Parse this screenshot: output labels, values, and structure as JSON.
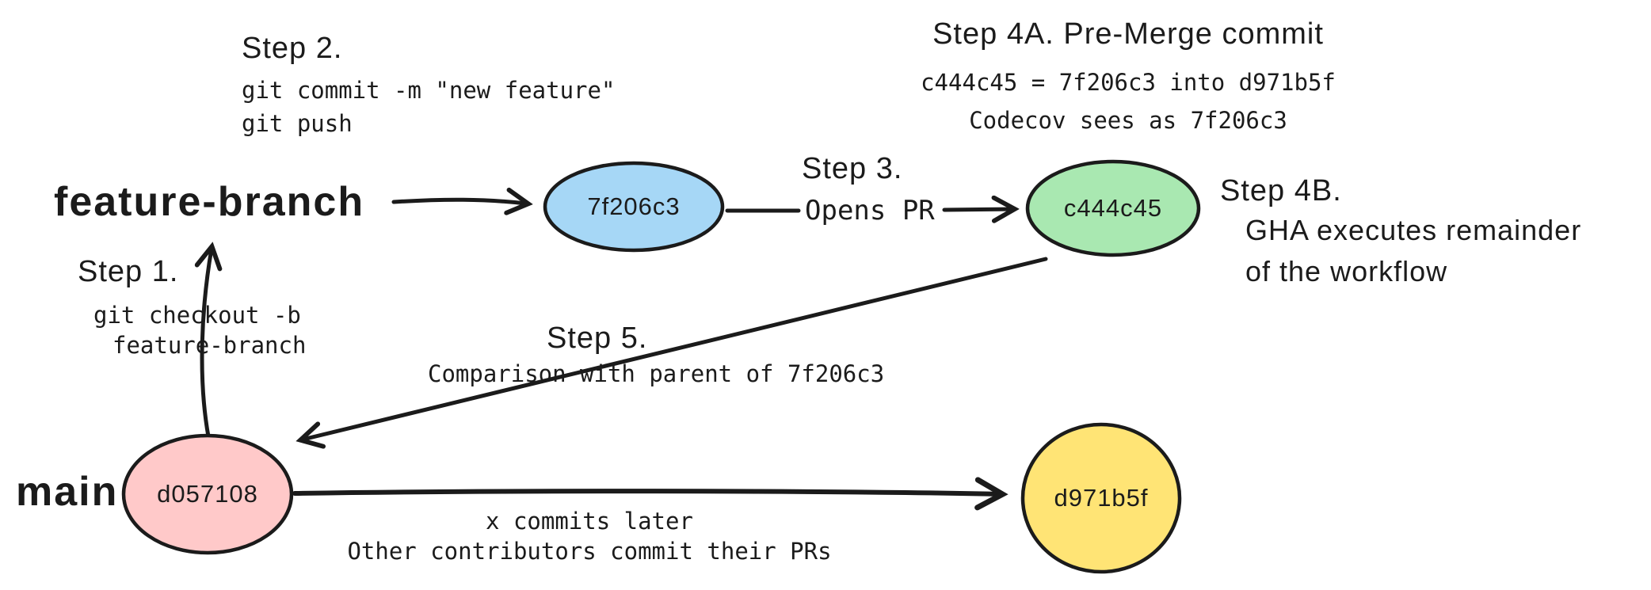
{
  "diagram": {
    "branches": {
      "feature": "feature-branch",
      "main": "main"
    },
    "nodes": {
      "feature_commit": {
        "label": "7f206c3",
        "fill": "#a6d7f6"
      },
      "premerge_commit": {
        "label": "c444c45",
        "fill": "#a9e8b1"
      },
      "main_commit": {
        "label": "d057108",
        "fill": "#ffc9c9"
      },
      "later_commit": {
        "label": "d971b5f",
        "fill": "#ffe475"
      }
    },
    "annotations": {
      "step1": {
        "title": "Step 1.",
        "line1": "git checkout -b",
        "line2": "feature-branch"
      },
      "step2": {
        "title": "Step 2.",
        "line1": "git commit -m \"new feature\"",
        "line2": "git push"
      },
      "step3": {
        "title": "Step 3.",
        "line1": "Opens PR"
      },
      "step4a": {
        "title": "Step 4A. Pre-Merge commit",
        "line1": "c444c45 = 7f206c3 into d971b5f",
        "line2": "Codecov sees as 7f206c3"
      },
      "step4b": {
        "title": "Step 4B.",
        "line1": "GHA executes remainder",
        "line2": "of the workflow"
      },
      "step5": {
        "title": "Step 5.",
        "line1": "Comparison with parent of 7f206c3"
      },
      "main_arrow": {
        "line1": "x commits later",
        "line2": "Other contributors commit their PRs"
      }
    },
    "colors": {
      "stroke": "#1b1b1b",
      "background": "#ffffff"
    }
  }
}
